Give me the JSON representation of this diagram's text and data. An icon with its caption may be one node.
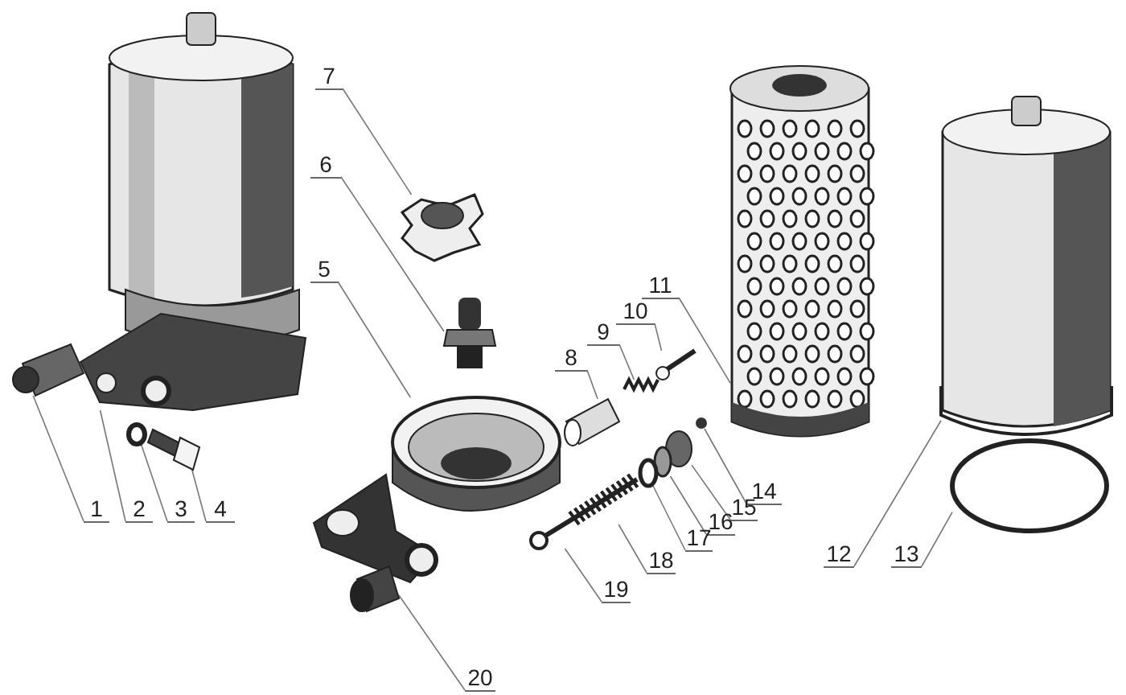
{
  "diagram": {
    "nodes": [
      {
        "text": [
          "1"
        ]
      },
      {
        "text": [
          "2"
        ]
      },
      {
        "text": [
          "3"
        ]
      },
      {
        "text": [
          "4"
        ]
      },
      {
        "text": [
          "5"
        ]
      },
      {
        "text": [
          "6"
        ]
      },
      {
        "text": [
          "7"
        ]
      },
      {
        "text": [
          "8"
        ]
      },
      {
        "text": [
          "9"
        ]
      },
      {
        "text": [
          "10"
        ]
      },
      {
        "text": [
          "11"
        ]
      },
      {
        "text": [
          "12"
        ]
      },
      {
        "text": [
          "13"
        ]
      },
      {
        "text": [
          "14"
        ]
      },
      {
        "text": [
          "15"
        ]
      },
      {
        "text": [
          "16"
        ]
      },
      {
        "text": [
          "17"
        ]
      },
      {
        "text": [
          "18"
        ]
      },
      {
        "text": [
          "19"
        ]
      },
      {
        "text": [
          "20"
        ]
      },
      {
        "text": [],
        "shape": "picture"
      },
      {
        "text": [],
        "shape": "picture"
      },
      {
        "text": [],
        "shape": "circle"
      },
      {
        "text": [],
        "shape": "picture"
      },
      {
        "text": [],
        "shape": "picture"
      },
      {
        "text": [],
        "shape": "picture"
      },
      {
        "text": [],
        "shape": "picture"
      },
      {
        "text": [],
        "shape": "picture"
      },
      {
        "text": [],
        "shape": "picture"
      },
      {
        "text": [],
        "shape": "picture"
      },
      {
        "text": [],
        "shape": "picture"
      },
      {
        "text": [],
        "shape": "picture"
      },
      {
        "text": [],
        "shape": "circle"
      },
      {
        "text": [],
        "shape": "circle"
      },
      {
        "text": [],
        "shape": "circle"
      },
      {
        "text": [],
        "shape": "circle"
      },
      {
        "text": [],
        "shape": "circle"
      },
      {
        "text": [],
        "shape": "picture"
      },
      {
        "text": [],
        "shape": "picture"
      },
      {
        "text": [],
        "shape": "picture"
      }
    ],
    "edges": [
      {
        "from": 0,
        "to": 20,
        "arrow": "none"
      },
      {
        "from": 1,
        "to": 21,
        "arrow": "none"
      },
      {
        "from": 2,
        "to": 22,
        "arrow": "none"
      },
      {
        "from": 3,
        "to": 23,
        "arrow": "none"
      },
      {
        "from": 4,
        "to": 24,
        "arrow": "none"
      },
      {
        "from": 5,
        "to": 25,
        "arrow": "none"
      },
      {
        "from": 6,
        "to": 26,
        "arrow": "none"
      },
      {
        "from": 7,
        "to": 27,
        "arrow": "none"
      },
      {
        "from": 8,
        "to": 28,
        "arrow": "none"
      },
      {
        "from": 9,
        "to": 29,
        "arrow": "none"
      },
      {
        "from": 10,
        "to": 30,
        "arrow": "none"
      },
      {
        "from": 11,
        "to": 31,
        "arrow": "none"
      },
      {
        "from": 12,
        "to": 32,
        "arrow": "none"
      },
      {
        "from": 13,
        "to": 33,
        "arrow": "none"
      },
      {
        "from": 14,
        "to": 34,
        "arrow": "none"
      },
      {
        "from": 15,
        "to": 35,
        "arrow": "none"
      },
      {
        "from": 16,
        "to": 36,
        "arrow": "none"
      },
      {
        "from": 17,
        "to": 37,
        "arrow": "none"
      },
      {
        "from": 18,
        "to": 38,
        "arrow": "none"
      },
      {
        "from": 19,
        "to": 39,
        "arrow": "none"
      }
    ]
  }
}
